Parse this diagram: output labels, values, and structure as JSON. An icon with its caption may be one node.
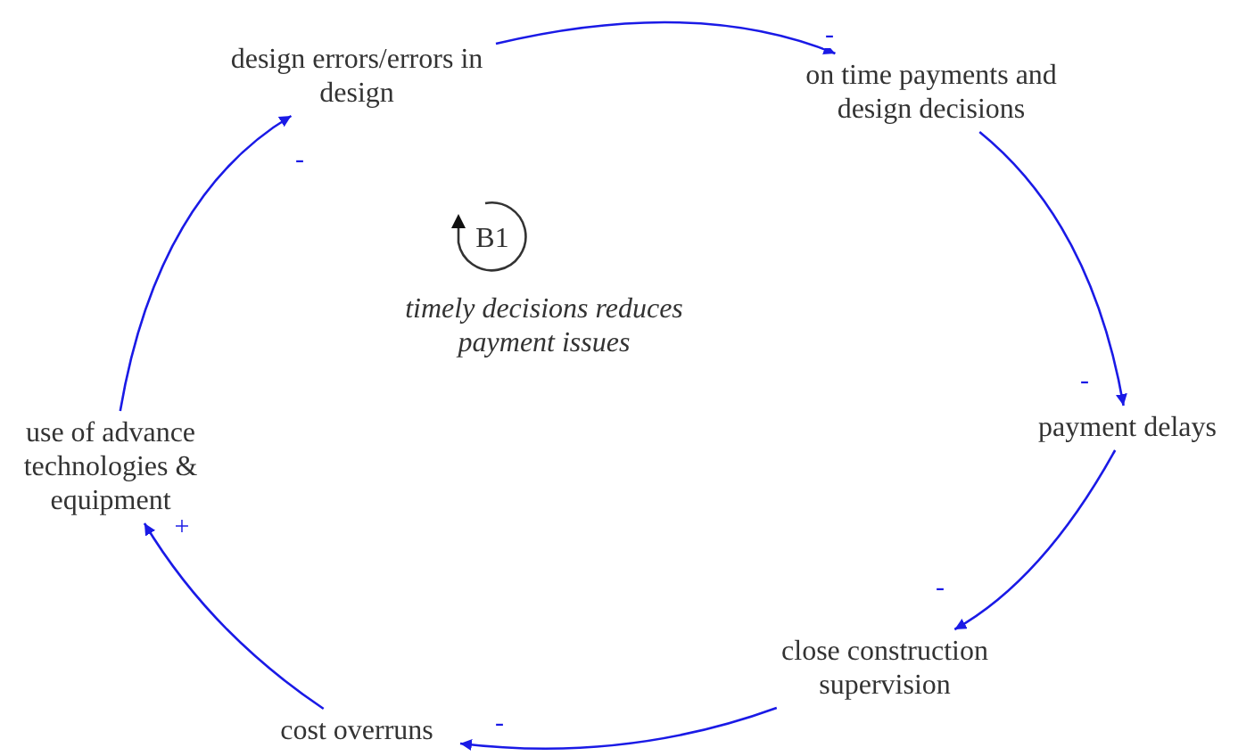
{
  "diagram": {
    "nodes": [
      {
        "text": [
          "design errors/errors in design"
        ]
      },
      {
        "text": [
          "on time payments and design decisions"
        ]
      },
      {
        "text": [
          "payment delays"
        ]
      },
      {
        "text": [
          "close construction supervision"
        ]
      },
      {
        "text": [
          "cost overruns"
        ]
      },
      {
        "text": [
          "use of advance technologies & equipment"
        ]
      }
    ],
    "edges": [
      {
        "from": 0,
        "to": 1,
        "arrow": "to",
        "label": "-"
      },
      {
        "from": 1,
        "to": 2,
        "arrow": "to",
        "label": "-"
      },
      {
        "from": 2,
        "to": 3,
        "arrow": "to",
        "label": "-"
      },
      {
        "from": 3,
        "to": 4,
        "arrow": "to",
        "label": "-"
      },
      {
        "from": 4,
        "to": 5,
        "arrow": "to",
        "label": "+"
      },
      {
        "from": 5,
        "to": 0,
        "arrow": "to",
        "label": "-"
      }
    ],
    "labels": [
      "B1",
      "timely decisions reduces payment issues"
    ]
  }
}
